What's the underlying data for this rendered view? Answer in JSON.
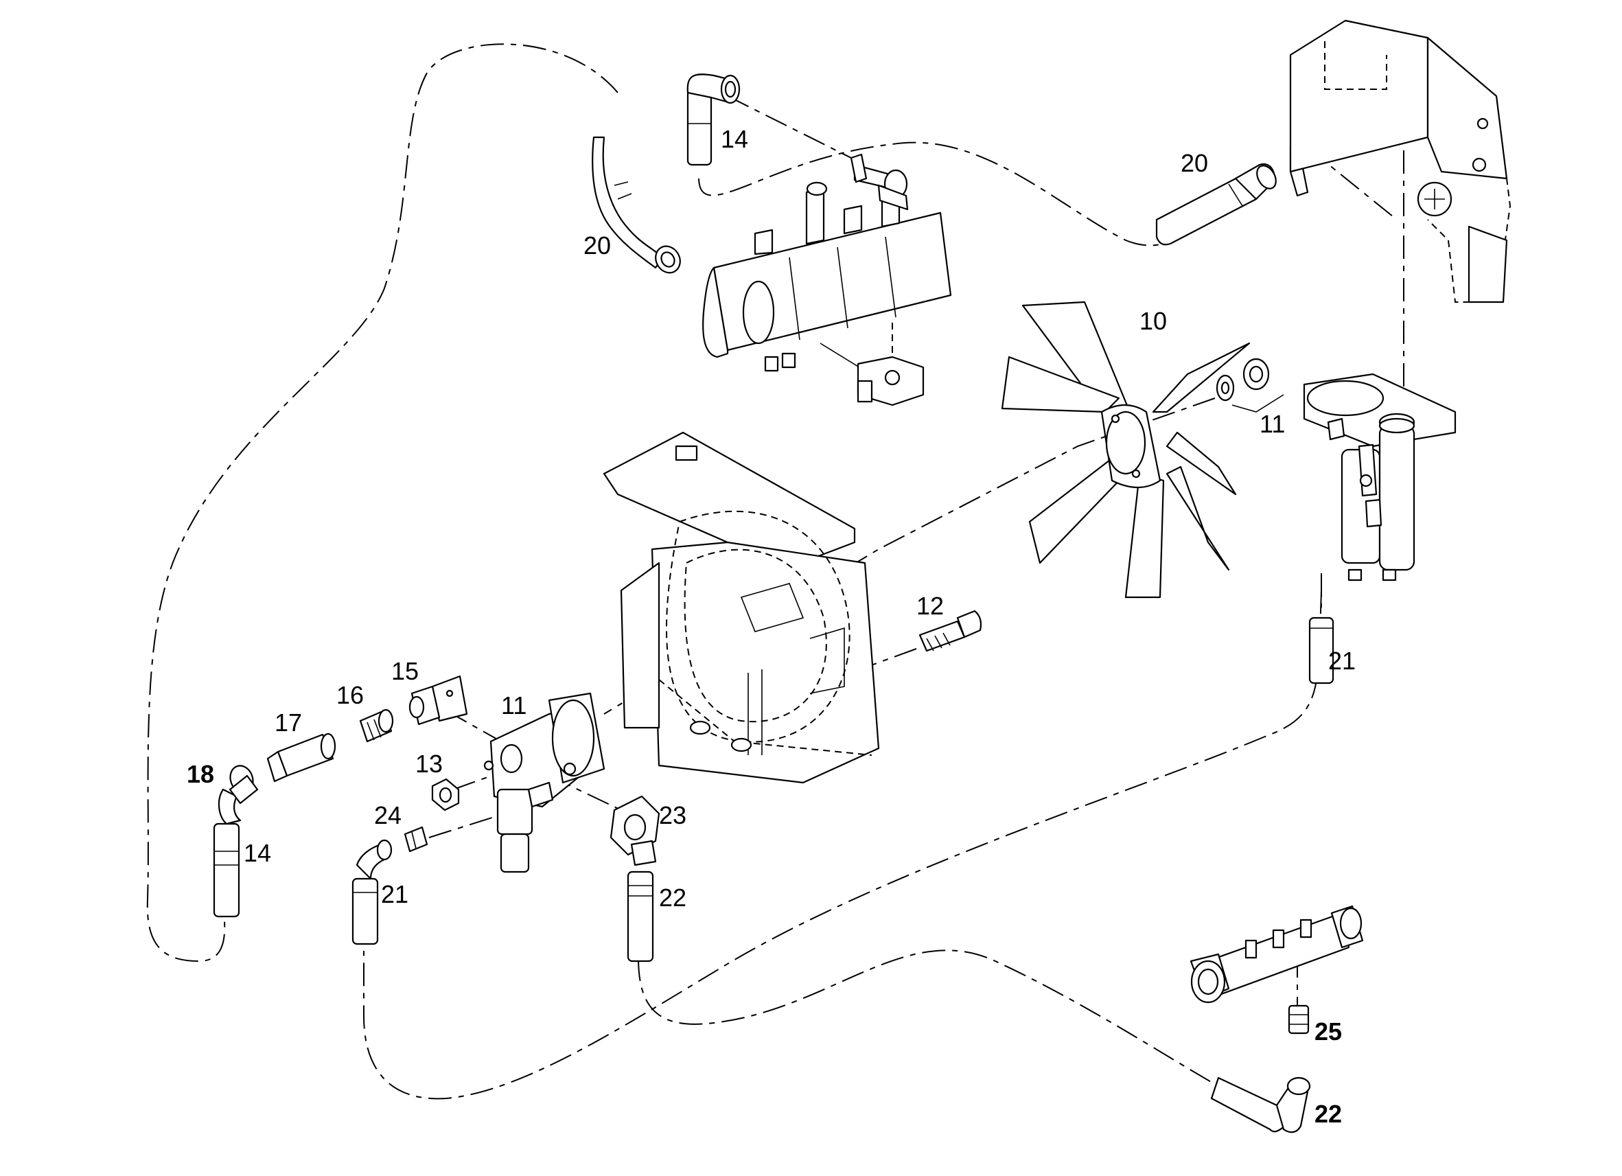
{
  "callouts": [
    {
      "id": "c-14-top",
      "text": "14"
    },
    {
      "id": "c-20-left",
      "text": "20"
    },
    {
      "id": "c-20-right",
      "text": "20"
    },
    {
      "id": "c-10",
      "text": "10"
    },
    {
      "id": "c-11-right",
      "text": "11"
    },
    {
      "id": "c-12",
      "text": "12"
    },
    {
      "id": "c-21-right",
      "text": "21"
    },
    {
      "id": "c-15",
      "text": "15"
    },
    {
      "id": "c-16",
      "text": "16"
    },
    {
      "id": "c-17",
      "text": "17"
    },
    {
      "id": "c-11-pump",
      "text": "11"
    },
    {
      "id": "c-18",
      "text": "18"
    },
    {
      "id": "c-13",
      "text": "13"
    },
    {
      "id": "c-14-left",
      "text": "14"
    },
    {
      "id": "c-24",
      "text": "24"
    },
    {
      "id": "c-23",
      "text": "23"
    },
    {
      "id": "c-21-left",
      "text": "21"
    },
    {
      "id": "c-22-mid",
      "text": "22"
    },
    {
      "id": "c-25",
      "text": "25"
    },
    {
      "id": "c-22-bottom",
      "text": "22"
    }
  ]
}
